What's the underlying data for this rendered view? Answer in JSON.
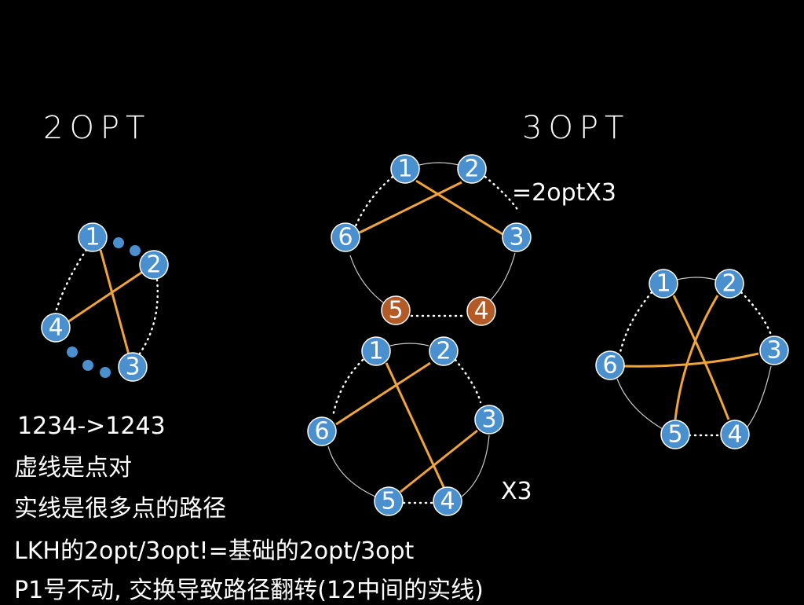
{
  "titles": {
    "two_opt": "2OPT",
    "three_opt": "3OPT"
  },
  "annotations": {
    "eq": "=2optX3",
    "x3": "X3"
  },
  "notes": [
    "1234->1243",
    "虚线是点对",
    "实线是很多点的路径",
    "LKH的2opt/3opt!=基础的2opt/3opt",
    "P1号不动, 交换导致路径翻转(12中间的实线)"
  ],
  "node_labels": [
    "1",
    "2",
    "3",
    "4",
    "5",
    "6"
  ],
  "colors": {
    "node": "#4a8fce",
    "node_alt": "#b45a26",
    "path": "#f0a43a",
    "background": "#000000"
  }
}
